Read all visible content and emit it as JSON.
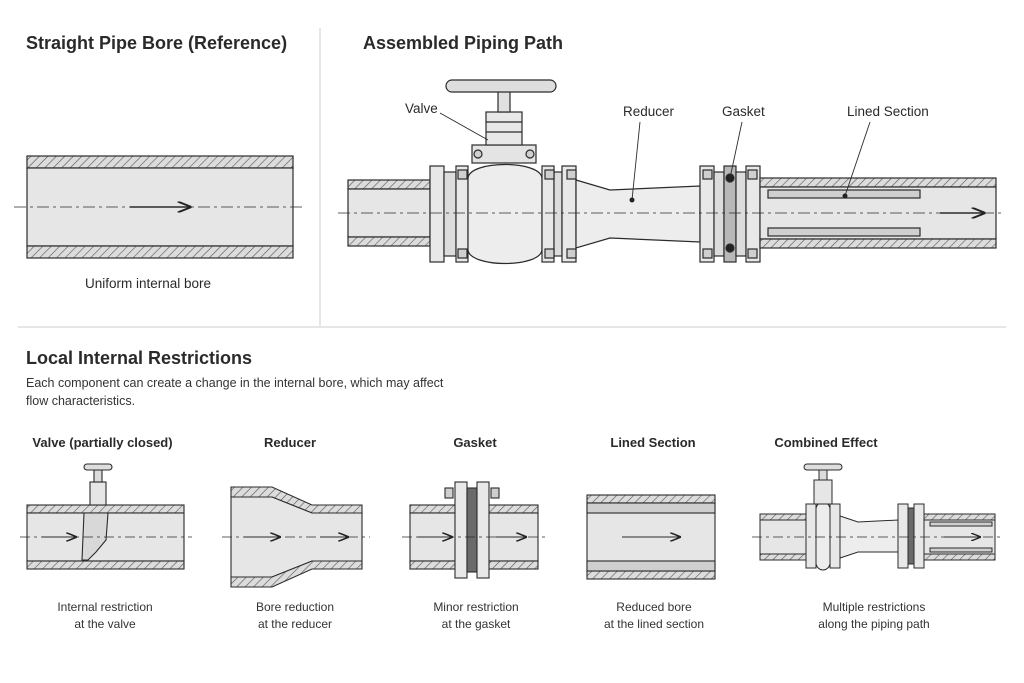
{
  "reference": {
    "title": "Straight Pipe Bore (Reference)",
    "caption": "Uniform internal bore"
  },
  "assembly": {
    "title": "Assembled Piping Path",
    "labels": {
      "valve": "Valve",
      "reducer": "Reducer",
      "gasket": "Gasket",
      "lined": "Lined Section"
    }
  },
  "restrictions": {
    "title": "Local Internal Restrictions",
    "description": "Each component can create a change in the internal bore, which may affect flow characteristics.",
    "panels": [
      {
        "title": "Valve (partially closed)",
        "caption_line1": "Internal restriction",
        "caption_line2": "at the valve"
      },
      {
        "title": "Reducer",
        "caption_line1": "Bore reduction",
        "caption_line2": "at the reducer"
      },
      {
        "title": "Gasket",
        "caption_line1": "Minor restriction",
        "caption_line2": "at the gasket"
      },
      {
        "title": "Lined Section",
        "caption_line1": "Reduced bore",
        "caption_line2": "at the lined section"
      },
      {
        "title": "Combined Effect",
        "caption_line1": "Multiple restrictions",
        "caption_line2": "along the piping path"
      }
    ]
  },
  "colors": {
    "line": "#2b2b2b",
    "bore_fill": "#e6e6e6",
    "wall_fill": "#cfcfcf",
    "divider": "#cccccc"
  }
}
